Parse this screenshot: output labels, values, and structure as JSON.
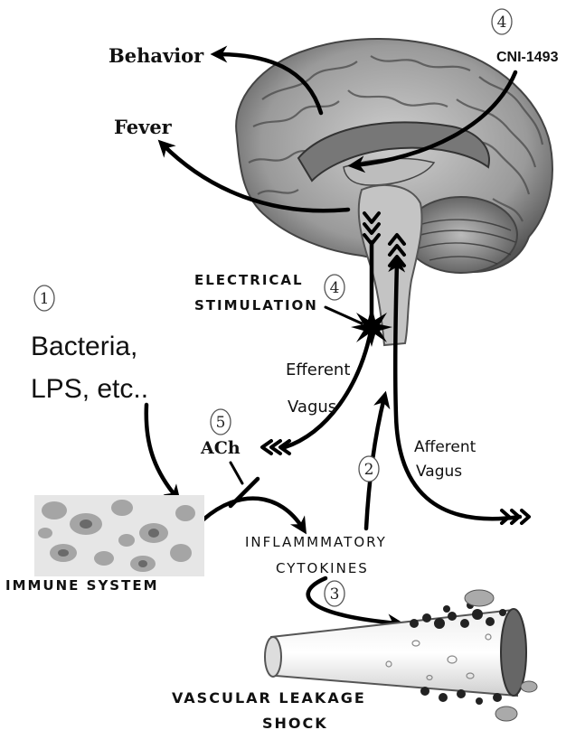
{
  "labels": {
    "behavior": "Behavior",
    "fever": "Fever",
    "cni": "CNI-1493",
    "step_4_top": "4",
    "step_1": "1",
    "bacteria_line1": "Bacteria,",
    "bacteria_line2": "LPS, etc..",
    "electrical_line1": "ELECTRICAL",
    "electrical_line2": "STIMULATION",
    "step_4_mid": "4",
    "efferent_line1": "Efferent",
    "efferent_line2": "Vagus",
    "afferent_line1": "Afferent",
    "afferent_line2": "Vagus",
    "step_5": "5",
    "ach": "ACh",
    "step_2": "2",
    "inflammatory_line1": "INFLAMMMATORY",
    "inflammatory_line2": "CYTOKINES",
    "immune_system": "IMMUNE SYSTEM",
    "step_3": "3",
    "vascular_line1": "VASCULAR LEAKAGE",
    "vascular_line2": "SHOCK"
  },
  "icons": [
    "brain-image",
    "immune-cells-image",
    "blood-vessel-image",
    "stimulation-star-icon"
  ],
  "colors": {
    "ink": "#000000",
    "brain": "#8a8a8a",
    "cells": "#9a9a9a"
  }
}
